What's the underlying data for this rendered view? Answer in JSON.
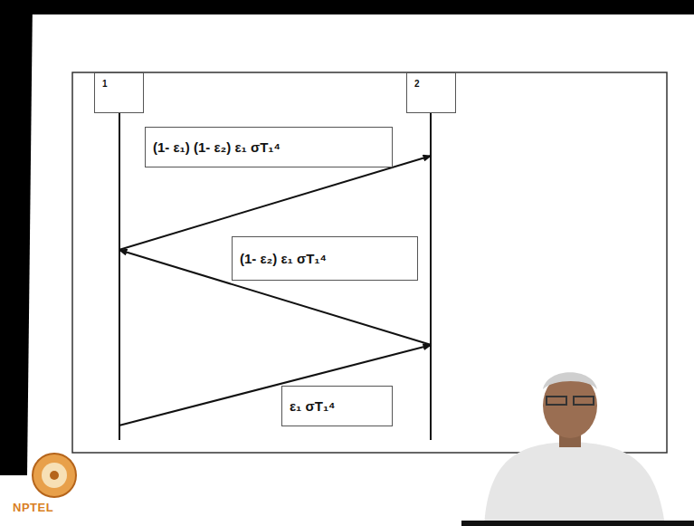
{
  "diagram": {
    "nodes": [
      {
        "text": [
          "1"
        ]
      },
      {
        "text": [
          "2"
        ]
      },
      {
        "text": [
          "(1- ε₁) (1- ε₂) ε₁ σT₁⁴"
        ]
      },
      {
        "text": [
          "(1- ε₂) ε₁ σT₁⁴"
        ]
      },
      {
        "text": [
          "ε₁ σT₁⁴"
        ]
      }
    ],
    "edges": [
      {
        "from": 0,
        "to": 1,
        "arrow": "to"
      },
      {
        "from": 1,
        "to": 0,
        "arrow": "to"
      },
      {
        "from": 0,
        "to": 1,
        "arrow": "to"
      }
    ],
    "labels": [
      "NPTEL"
    ]
  }
}
